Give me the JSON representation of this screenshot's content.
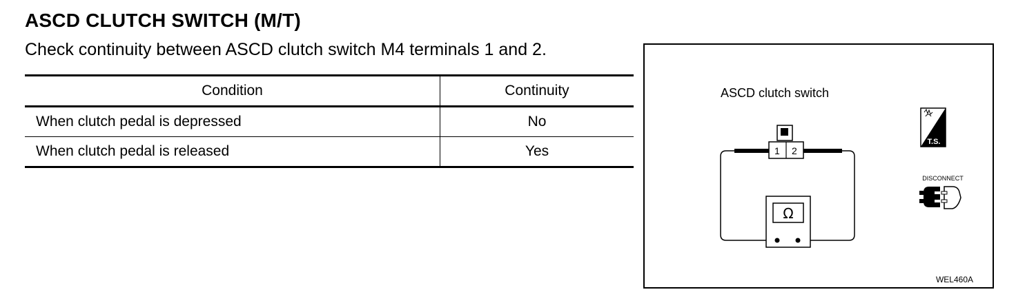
{
  "page": {
    "title": "ASCD CLUTCH SWITCH (M/T)",
    "instruction": "Check continuity between ASCD clutch switch M4 terminals 1 and 2."
  },
  "table": {
    "headers": [
      "Condition",
      "Continuity"
    ],
    "rows": [
      {
        "condition": "When clutch pedal is depressed",
        "continuity": "No"
      },
      {
        "condition": "When clutch pedal is released",
        "continuity": "Yes"
      }
    ]
  },
  "figure": {
    "label": "ASCD clutch switch",
    "terminal_1": "1",
    "terminal_2": "2",
    "meter_symbol": "Ω",
    "ts_badge": "T.S.",
    "disconnect_label": "DISCONNECT",
    "reference_code": "WEL460A",
    "icons": [
      "ohmmeter-icon",
      "ts-badge-icon",
      "disconnect-connector-icon"
    ]
  }
}
